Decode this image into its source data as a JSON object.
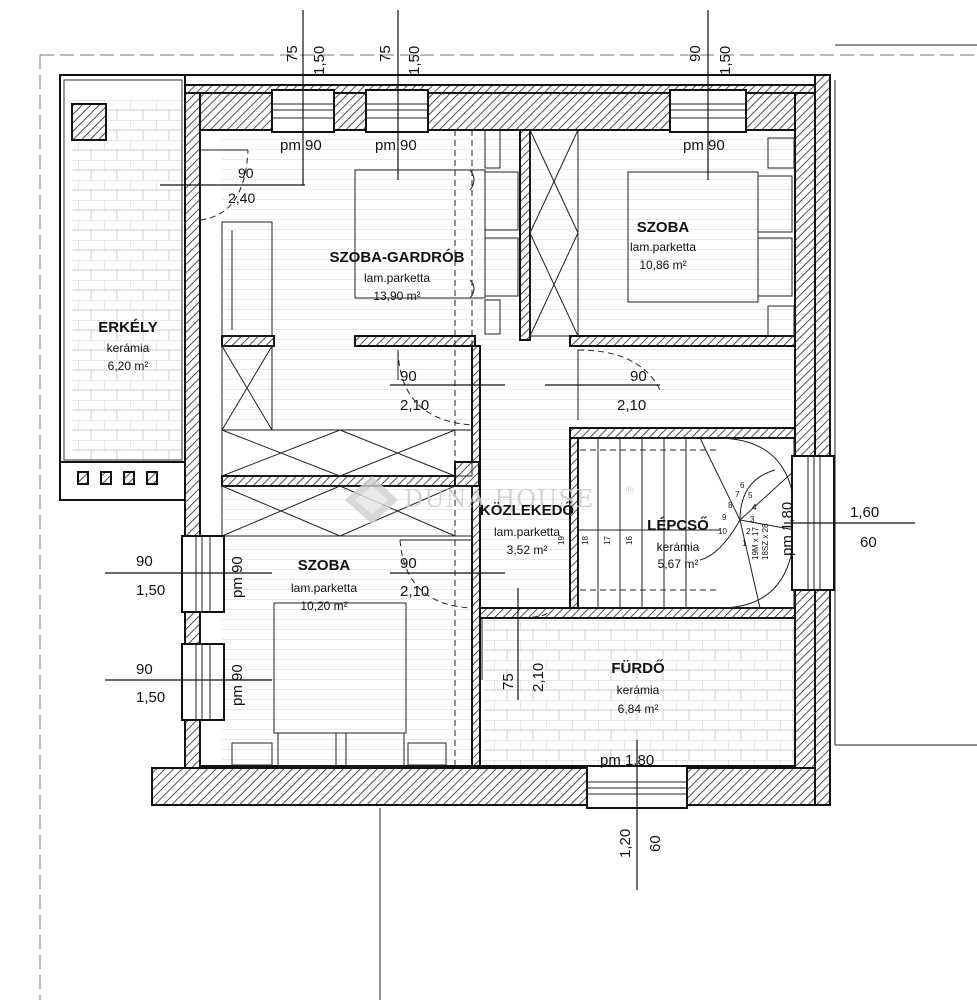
{
  "rooms": {
    "gardrob": {
      "name": "SZOBA-GARDRÓB",
      "floor": "lam.parketta",
      "area": "13,90 m²"
    },
    "szoba_ne": {
      "name": "SZOBA",
      "floor": "lam.parketta",
      "area": "10,86 m²"
    },
    "erkely": {
      "name": "ERKÉLY",
      "floor": "kerámia",
      "area": "6,20 m²"
    },
    "kozlekedo": {
      "name": "KÖZLEKEDŐ",
      "floor": "lam.parketta",
      "area": "3,52 m²"
    },
    "lepcso": {
      "name": "LÉPCSŐ",
      "floor": "kerámia",
      "area": "5,67 m²"
    },
    "szoba_sw": {
      "name": "SZOBA",
      "floor": "lam.parketta",
      "area": "10,20 m²"
    },
    "furdo": {
      "name": "FÜRDŐ",
      "floor": "kerámia",
      "area": "6,84 m²"
    }
  },
  "windows": {
    "w1": {
      "width": "75",
      "height": "1,50",
      "parapet": "pm 90"
    },
    "w2": {
      "width": "75",
      "height": "1,50",
      "parapet": "pm 90"
    },
    "w3": {
      "width": "90",
      "height": "1,50",
      "parapet": "pm 90"
    },
    "west1": {
      "width": "90",
      "height": "1,50",
      "parapet": "pm 90"
    },
    "west2": {
      "width": "90",
      "height": "1,50",
      "parapet": "pm 90"
    },
    "east": {
      "width": "1,60",
      "height": "60",
      "parapet": "pm 1,80"
    },
    "south": {
      "width": "1,20",
      "height": "60",
      "parapet": "pm 1,80"
    }
  },
  "doors": {
    "balcony": {
      "width": "90",
      "height": "2,40"
    },
    "gardrob": {
      "width": "90",
      "height": "2,10"
    },
    "szoba_ne": {
      "width": "90",
      "height": "2,10"
    },
    "szoba_sw": {
      "width": "90",
      "height": "2,10"
    },
    "furdo": {
      "width": "75",
      "height": "2,10"
    }
  },
  "stairs": {
    "steps": [
      "19",
      "18",
      "17",
      "16"
    ],
    "winder_steps": [
      "10",
      "9",
      "8",
      "7",
      "6",
      "5",
      "4",
      "3",
      "2",
      "1"
    ],
    "spec_line1": "19M x 17",
    "spec_line2": "18SZ x 28"
  },
  "watermark": "DUNA HOUSE",
  "watermark_mark": "®"
}
